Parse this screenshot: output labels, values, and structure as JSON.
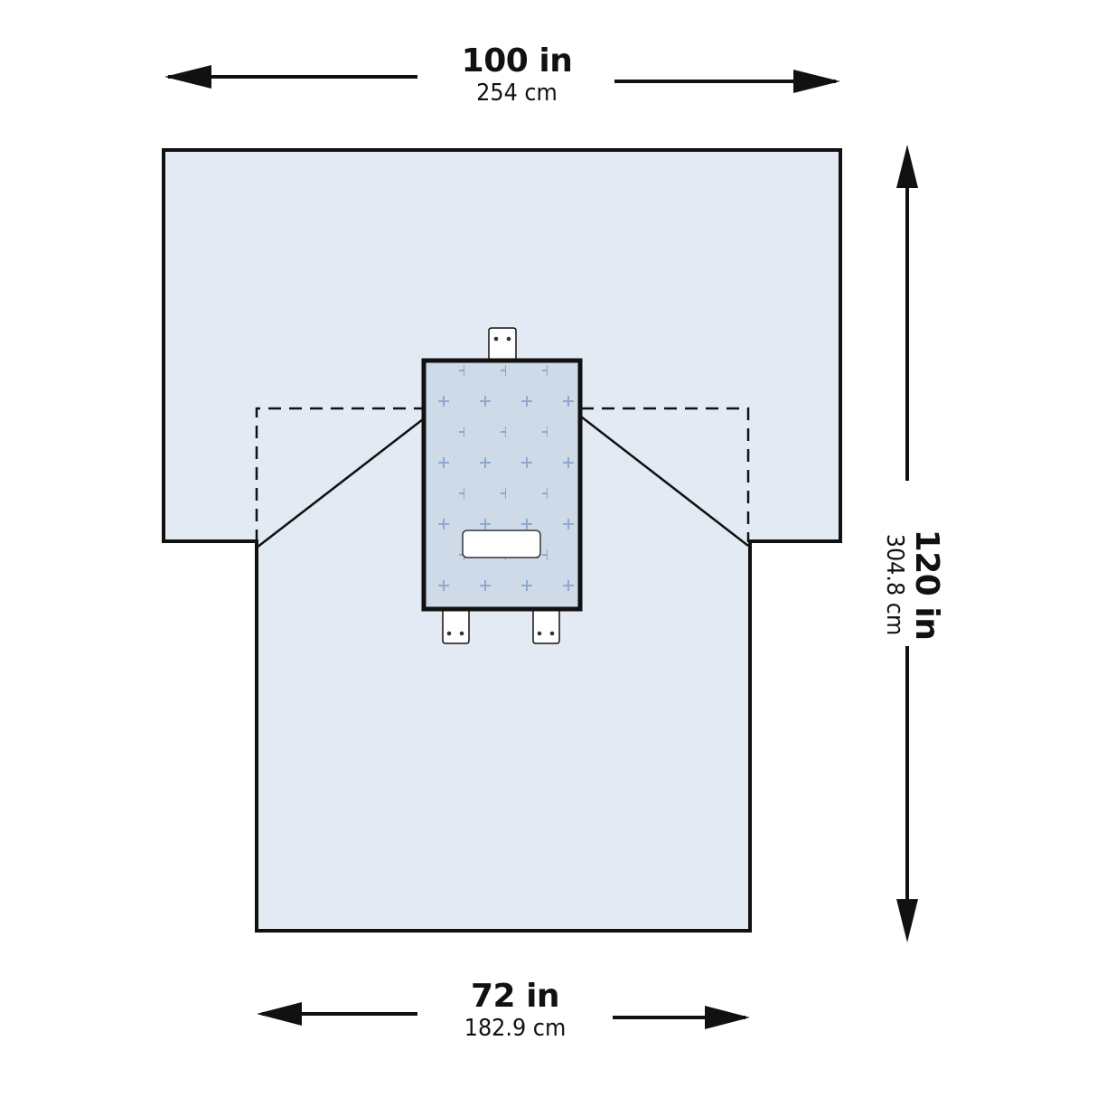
{
  "diagram": {
    "type": "surgical drape dimension diagram",
    "colors": {
      "drape_fill": "#e4eaf3",
      "panel_fill": "#cfdae9",
      "panel_cross": "#8ea8cf",
      "outline": "#111111",
      "window_fill": "#ffffff"
    },
    "dimensions": {
      "top": {
        "primary": "100 in",
        "secondary": "254 cm"
      },
      "right": {
        "primary": "120 in",
        "secondary": "304.8 cm"
      },
      "bottom": {
        "primary": "72 in",
        "secondary": "182.9 cm"
      }
    },
    "components": {
      "drape_body": "drape-outline",
      "reinforced_panel": "reinforced-panel",
      "fenestration_window": "fenestration",
      "tabs": [
        "top-tab",
        "bottom-left-tab",
        "bottom-right-tab"
      ],
      "fold_lines": "dashed"
    }
  }
}
